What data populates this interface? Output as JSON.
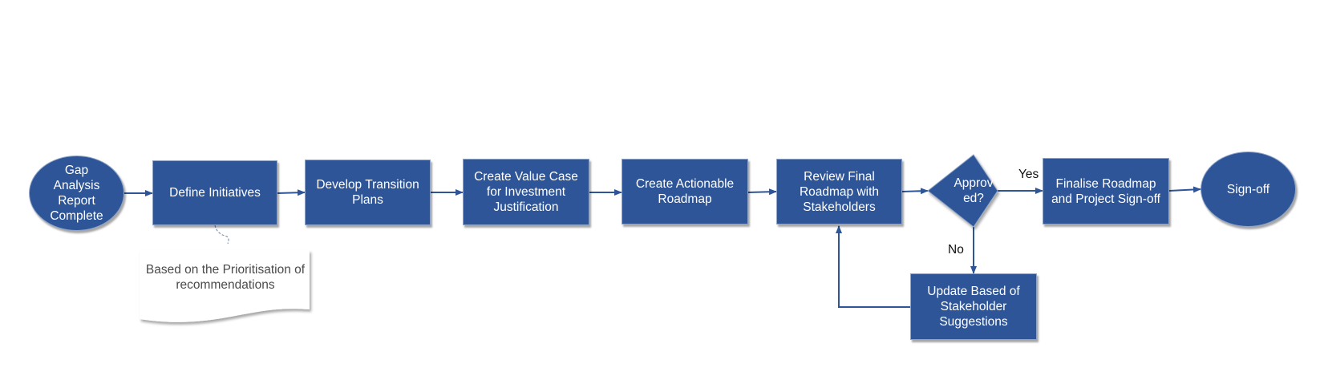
{
  "colors": {
    "node_fill": "#2e5597",
    "connector": "#2e5597",
    "note_text": "#4a4a4a"
  },
  "nodes": {
    "start": "Gap\nAnalysis\nReport\nComplete",
    "define": "Define Initiatives",
    "transition": "Develop Transition\nPlans",
    "value_case": "Create Value Case\nfor Investment\nJustification",
    "roadmap": "Create Actionable\nRoadmap",
    "review": "Review Final\nRoadmap with\nStakeholders",
    "decision": "Approv\ned?",
    "finalise": "Finalise Roadmap\nand Project Sign-off",
    "signoff": "Sign-off",
    "update": "Update Based of\nStakeholder\nSuggestions"
  },
  "edge_labels": {
    "yes": "Yes",
    "no": "No"
  },
  "note": "Based on the Prioritisation of\nrecommendations"
}
